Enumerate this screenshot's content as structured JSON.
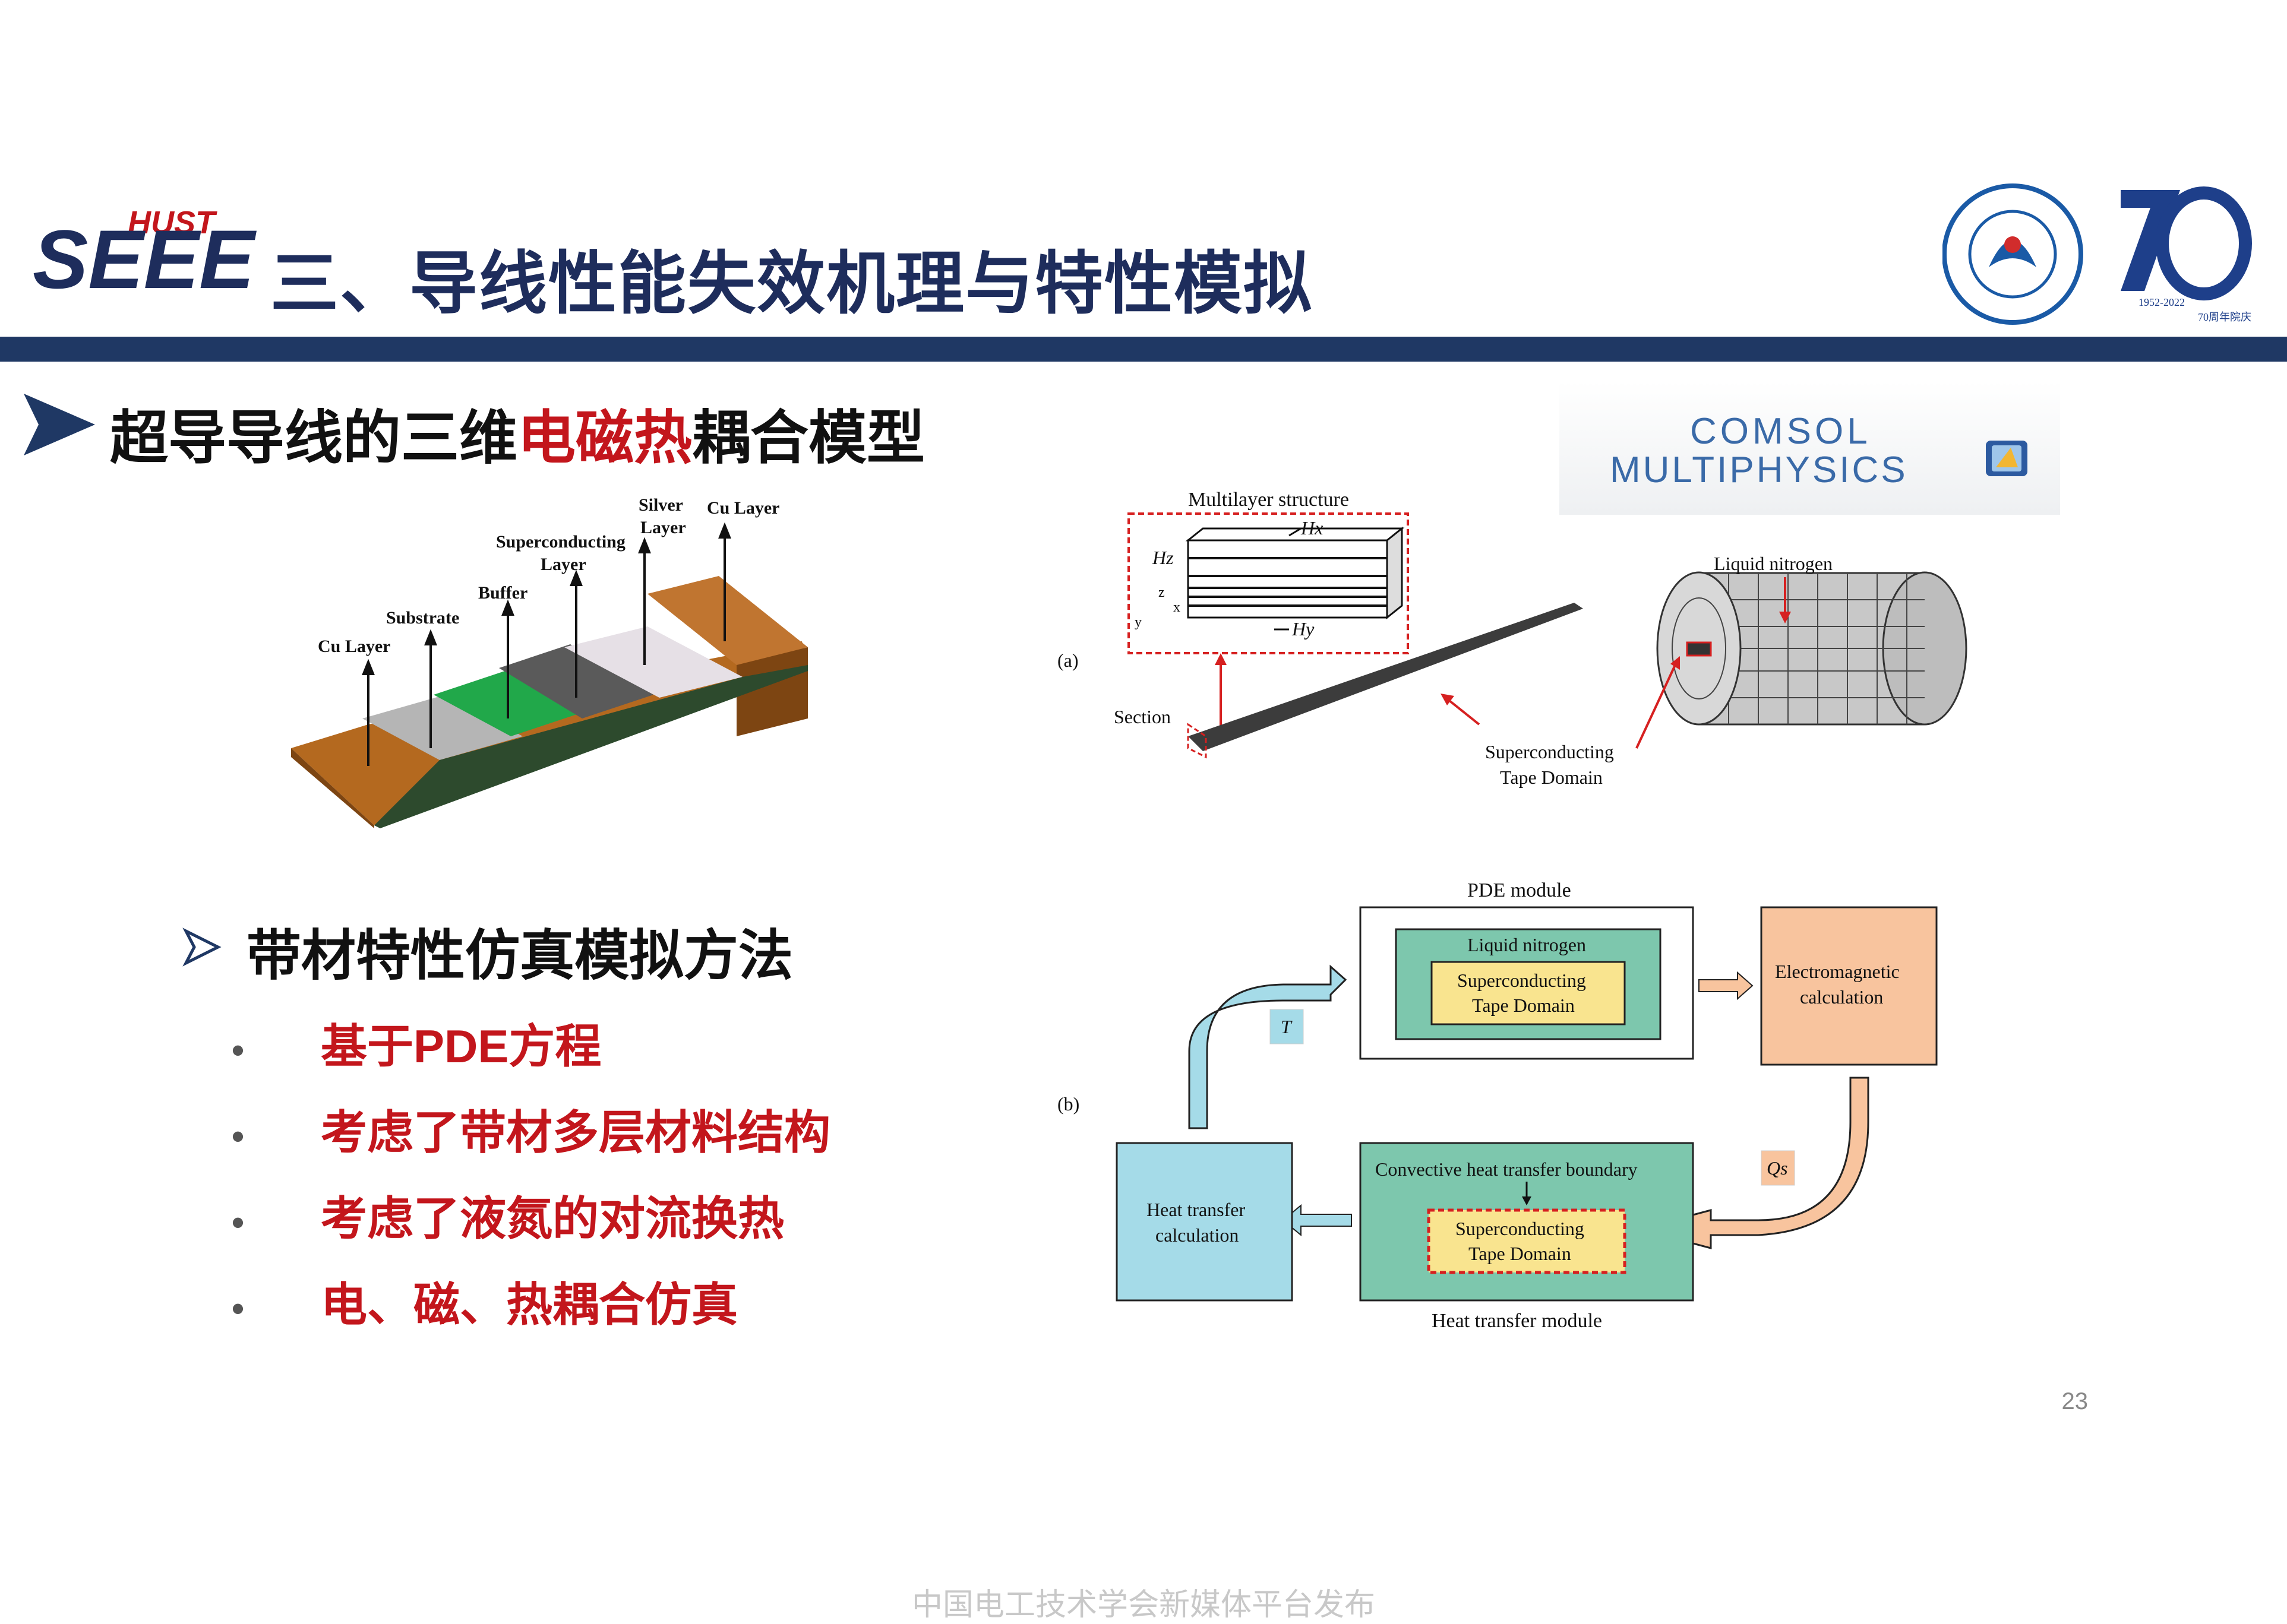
{
  "header": {
    "logo_top": "HUST",
    "logo_main": "SEEE",
    "title": "三、导线性能失效机理与特性模拟",
    "anniv_years": "1952-2022",
    "anniv_text": "70周年院庆"
  },
  "section": {
    "title_pre": "超导导线的三维",
    "title_hl": "电磁热",
    "title_post": "耦合模型"
  },
  "comsol": {
    "line1": "COMSOL",
    "line2": "MULTIPHYSICS"
  },
  "layers": {
    "cu_layer_left": "Cu Layer",
    "substrate": "Substrate",
    "buffer": "Buffer",
    "sc_layer_1": "Superconducting",
    "sc_layer_2": "Layer",
    "silver_1": "Silver",
    "silver_2": "Layer",
    "cu_layer_right": "Cu Layer"
  },
  "fig_a": {
    "label": "(a)",
    "multilayer": "Multilayer structure",
    "hx": "Hx",
    "hz": "Hz",
    "hy": "Hy",
    "z": "z",
    "y": "y",
    "x": "x",
    "section": "Section",
    "liquid_nitrogen": "Liquid nitrogen",
    "sc_tape_1": "Superconducting",
    "sc_tape_2": "Tape Domain"
  },
  "fig_b": {
    "label": "(b)",
    "pde_module": "PDE module",
    "liquid_nitrogen": "Liquid nitrogen",
    "sc_1": "Superconducting",
    "sc_2": "Tape Domain",
    "em_1": "Electromagnetic",
    "em_2": "calculation",
    "t": "T",
    "qs": "Qs",
    "ht_1": "Heat transfer",
    "ht_2": "calculation",
    "conv": "Convective heat transfer boundary",
    "heat_module": "Heat transfer module"
  },
  "method": {
    "title": "带材特性仿真模拟方法",
    "bullets": [
      "基于PDE方程",
      "考虑了带材多层材料结构",
      "考虑了液氮的对流换热",
      "电、磁、热耦合仿真"
    ]
  },
  "page_number": "23",
  "footer": "中国电工技术学会新媒体平台发布",
  "colors": {
    "navy": "#1f3864",
    "red": "#c3161c",
    "teal": "#7dc7ad",
    "yellow": "#f9e48f",
    "peach": "#f8c49e",
    "lightblue": "#a5dbe8"
  }
}
